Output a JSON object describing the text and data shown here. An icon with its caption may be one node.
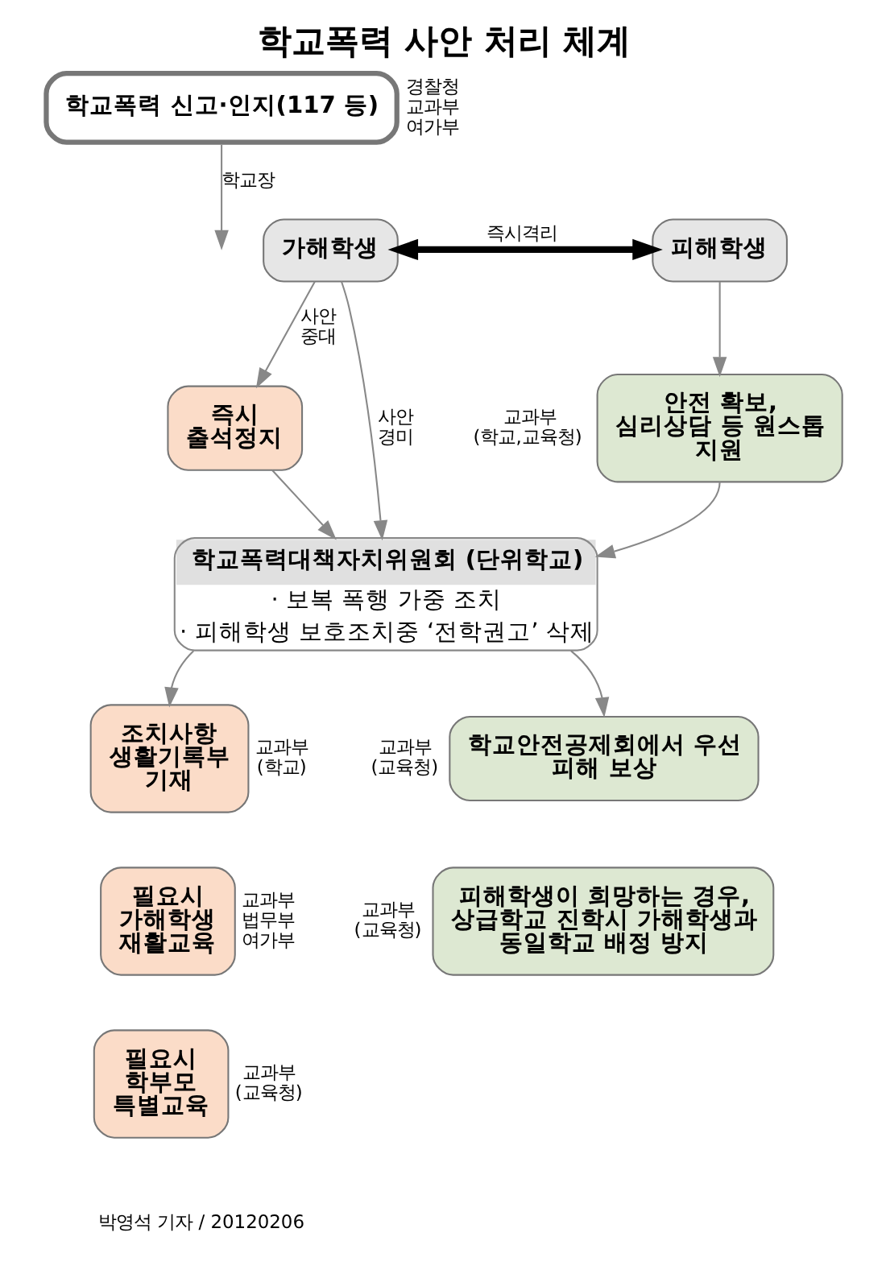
{
  "diagram": {
    "title": "학교폭력 사안 처리 체계",
    "nodes": [
      {
        "text": [
          "학교폭력 신고·인지(117 등)"
        ],
        "beside": [
          "경찰청 교과부 여가부"
        ]
      },
      {
        "text": [
          "가해학생"
        ]
      },
      {
        "text": [
          "피해학생"
        ]
      },
      {
        "text": [
          "즉시 출석정지"
        ]
      },
      {
        "text": [
          "안전 확보, 심리상담 등 원스톱 지원"
        ],
        "beside": [
          "교과부 (학교,교육청)"
        ]
      },
      {
        "text": [
          "학교폭력대책자치위원회 (단위학교)",
          "· 보복 폭행 가중 조치",
          "· 피해학생 보호조치중 ‘전학권고’ 삭제"
        ]
      },
      {
        "text": [
          "조치사항 생활기록부 기재"
        ],
        "beside": [
          "교과부 (학교)"
        ]
      },
      {
        "text": [
          "필요시 가해학생 재활교육"
        ],
        "beside": [
          "교과부 법무부 여가부"
        ]
      },
      {
        "text": [
          "필요시 학부모 특별교육"
        ],
        "beside": [
          "교과부 (교육청)"
        ]
      },
      {
        "text": [
          "학교안전공제회에서 우선 피해 보상"
        ],
        "beside": [
          "교과부 (교육청)"
        ]
      },
      {
        "text": [
          "피해학생이 희망하는 경우, 상급학교 진학시 가해학생과 동일학교 배정 방지"
        ],
        "beside": [
          "교과부 (교육청)"
        ]
      }
    ],
    "edges": [
      {
        "from": 0,
        "to": null,
        "arrow": "to",
        "label": "학교장"
      },
      {
        "from": 1,
        "to": 2,
        "arrow": "both",
        "label": "즉시격리",
        "style": "thick",
        "color": "#000000"
      },
      {
        "from": 1,
        "to": 3,
        "arrow": "to",
        "label": "사안 중대"
      },
      {
        "from": 1,
        "to": 5,
        "arrow": "to",
        "label": "사안 경미"
      },
      {
        "from": 2,
        "to": 4,
        "arrow": "to"
      },
      {
        "from": 3,
        "to": 5,
        "arrow": "to"
      },
      {
        "from": 4,
        "to": 5,
        "arrow": "to"
      },
      {
        "from": 5,
        "to": 6,
        "arrow": "to"
      },
      {
        "from": 5,
        "to": 9,
        "arrow": "to"
      }
    ],
    "labels": [
      "박영석 기자 / 20120206"
    ]
  }
}
